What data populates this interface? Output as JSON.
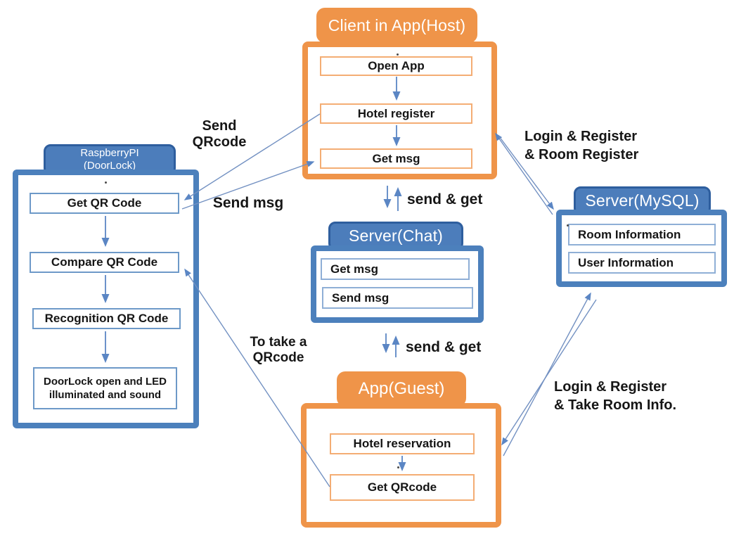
{
  "diagram": {
    "client_host": {
      "title": "Client in App(Host)",
      "steps": [
        "Open App",
        "Hotel register",
        "Get msg"
      ]
    },
    "raspberrypi": {
      "title_line1": "RaspberryPI",
      "title_line2": "(DoorLock)",
      "steps": [
        "Get QR Code",
        "Compare QR Code",
        "Recognition QR Code",
        "DoorLock open and LED illuminated and sound"
      ]
    },
    "server_chat": {
      "title": "Server(Chat)",
      "steps": [
        "Get msg",
        "Send msg"
      ]
    },
    "server_mysql": {
      "title": "Server(MySQL)",
      "steps": [
        "Room Information",
        "User Information"
      ]
    },
    "app_guest": {
      "title": "App(Guest)",
      "steps": [
        "Hotel reservation",
        "Get QRcode"
      ]
    },
    "labels": {
      "send_qrcode_line1": "Send",
      "send_qrcode_line2": "QRcode",
      "send_msg": "Send msg",
      "login_room_line1": "Login & Register",
      "login_room_line2": "& Room Register",
      "send_get_top": "send & get",
      "send_get_bottom": "send & get",
      "to_take_line1": "To take a",
      "to_take_line2": "QRcode",
      "login_take_line1": "Login & Register",
      "login_take_line2": "& Take Room Info."
    },
    "colors": {
      "orange": "#EF9449",
      "blue": "#4C80BC",
      "blue_dark": "#2E5E9E",
      "line_blue": "#5B86C4"
    }
  }
}
